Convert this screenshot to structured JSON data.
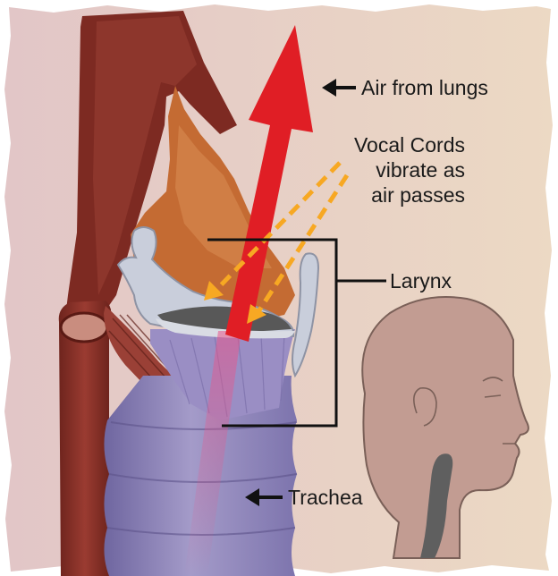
{
  "labels": {
    "air_from_lungs": "Air from lungs",
    "vocal_cords_line1": "Vocal Cords",
    "vocal_cords_line2": "vibrate as",
    "vocal_cords_line3": "air passes",
    "larynx": "Larynx",
    "trachea": "Trachea"
  },
  "colors": {
    "background_left": "#e3c8c8",
    "background_right": "#ead6c2",
    "airflow_arrow": "#e01e25",
    "vibration_arrows": "#f7a823",
    "pointer": "#1a1a1a",
    "head": "#c29c92",
    "airway": "#5f5f5f",
    "thyroid_cartilage": "#c86f36",
    "trachea": "#8f86b8",
    "muscle": "#8c3a32",
    "cartilage": "#c9cedb",
    "esophagus": "#7d2a22"
  },
  "icons": [
    "air-flow-arrow",
    "vibration-arrow",
    "pointer-arrow",
    "head-profile-icon"
  ]
}
